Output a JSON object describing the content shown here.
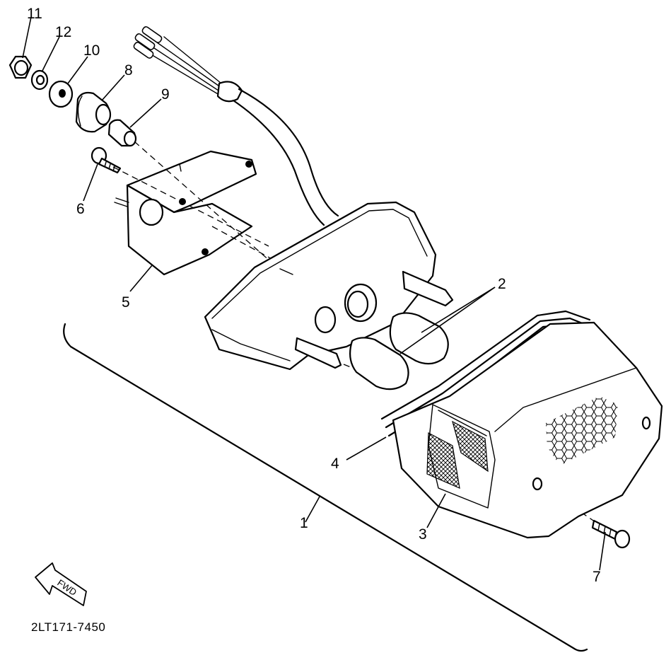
{
  "diagram": {
    "drawing_code": "2LT171-7450",
    "direction_label": "FWD",
    "callouts": {
      "c1": "1",
      "c2": "2",
      "c3": "3",
      "c4": "4",
      "c5": "5",
      "c6": "6",
      "c7": "7",
      "c8": "8",
      "c9": "9",
      "c10": "10",
      "c11": "11",
      "c12": "12"
    }
  }
}
